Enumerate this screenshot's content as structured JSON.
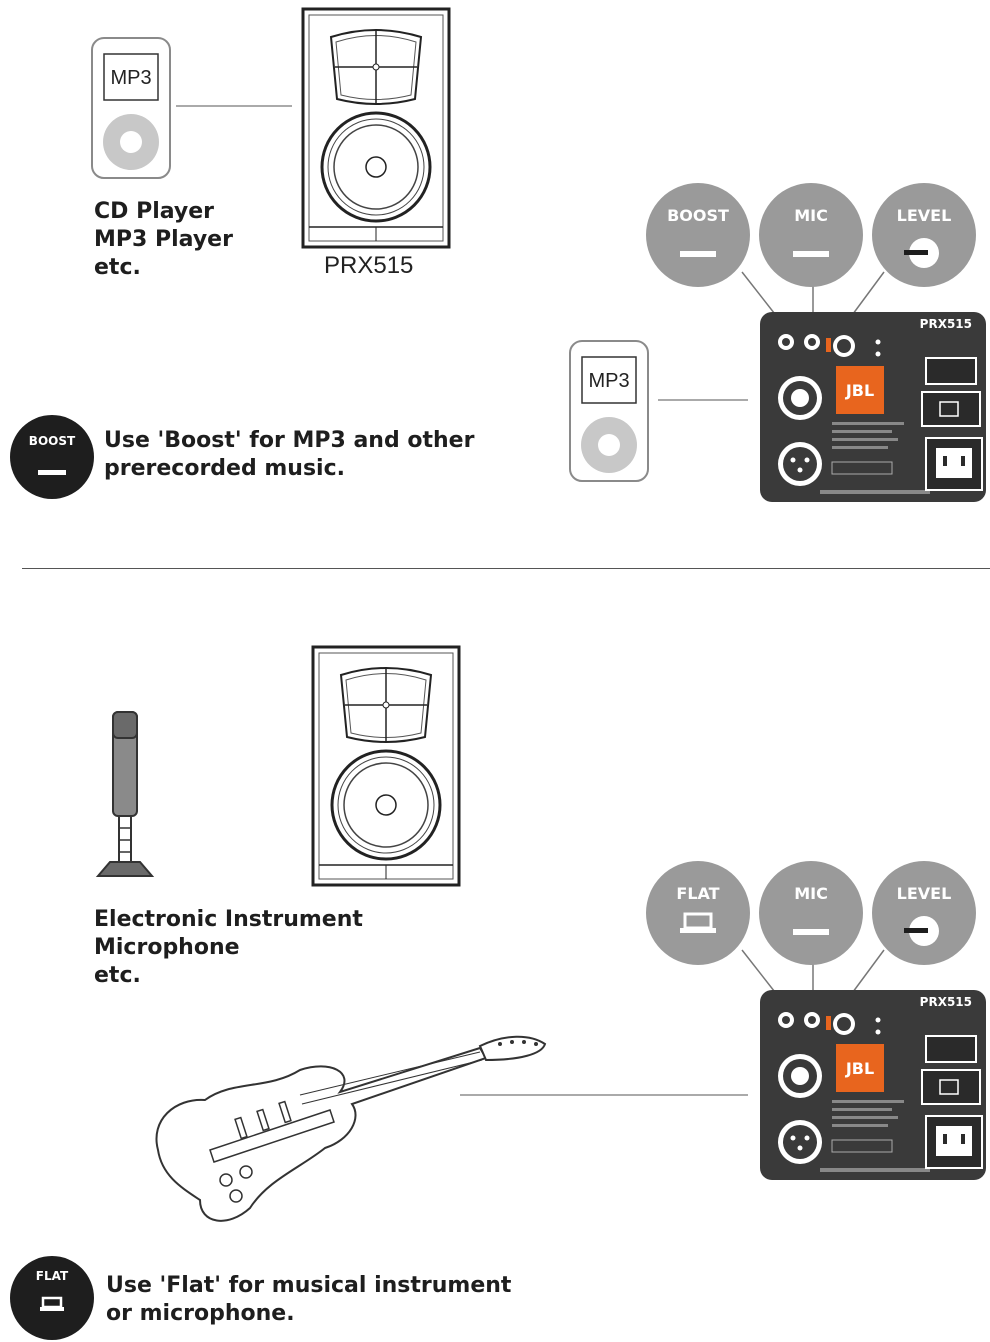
{
  "top_section": {
    "source_device_label": "MP3",
    "source_caption": [
      "CD Player",
      "MP3 Player",
      "etc."
    ],
    "speaker_label": "PRX515",
    "note_badge": "BOOST",
    "note_text": [
      "Use 'Boost' for MP3 and other",
      "prerecorded music."
    ],
    "callouts": [
      "BOOST",
      "MIC",
      "LEVEL"
    ],
    "panel_device_label": "MP3",
    "panel_model": "PRX515",
    "panel_brand": "JBL"
  },
  "bottom_section": {
    "source_caption": [
      "Electronic Instrument",
      "Microphone",
      "etc."
    ],
    "note_badge": "FLAT",
    "note_text": [
      "Use 'Flat' for musical instrument",
      "or microphone."
    ],
    "callouts": [
      "FLAT",
      "MIC",
      "LEVEL"
    ],
    "panel_model": "PRX515",
    "panel_brand": "JBL"
  },
  "colors": {
    "panel": "#3a3a3a",
    "callout": "#9a9a9a",
    "badge": "#1e1e1e",
    "jbl_orange": "#e8651e"
  }
}
